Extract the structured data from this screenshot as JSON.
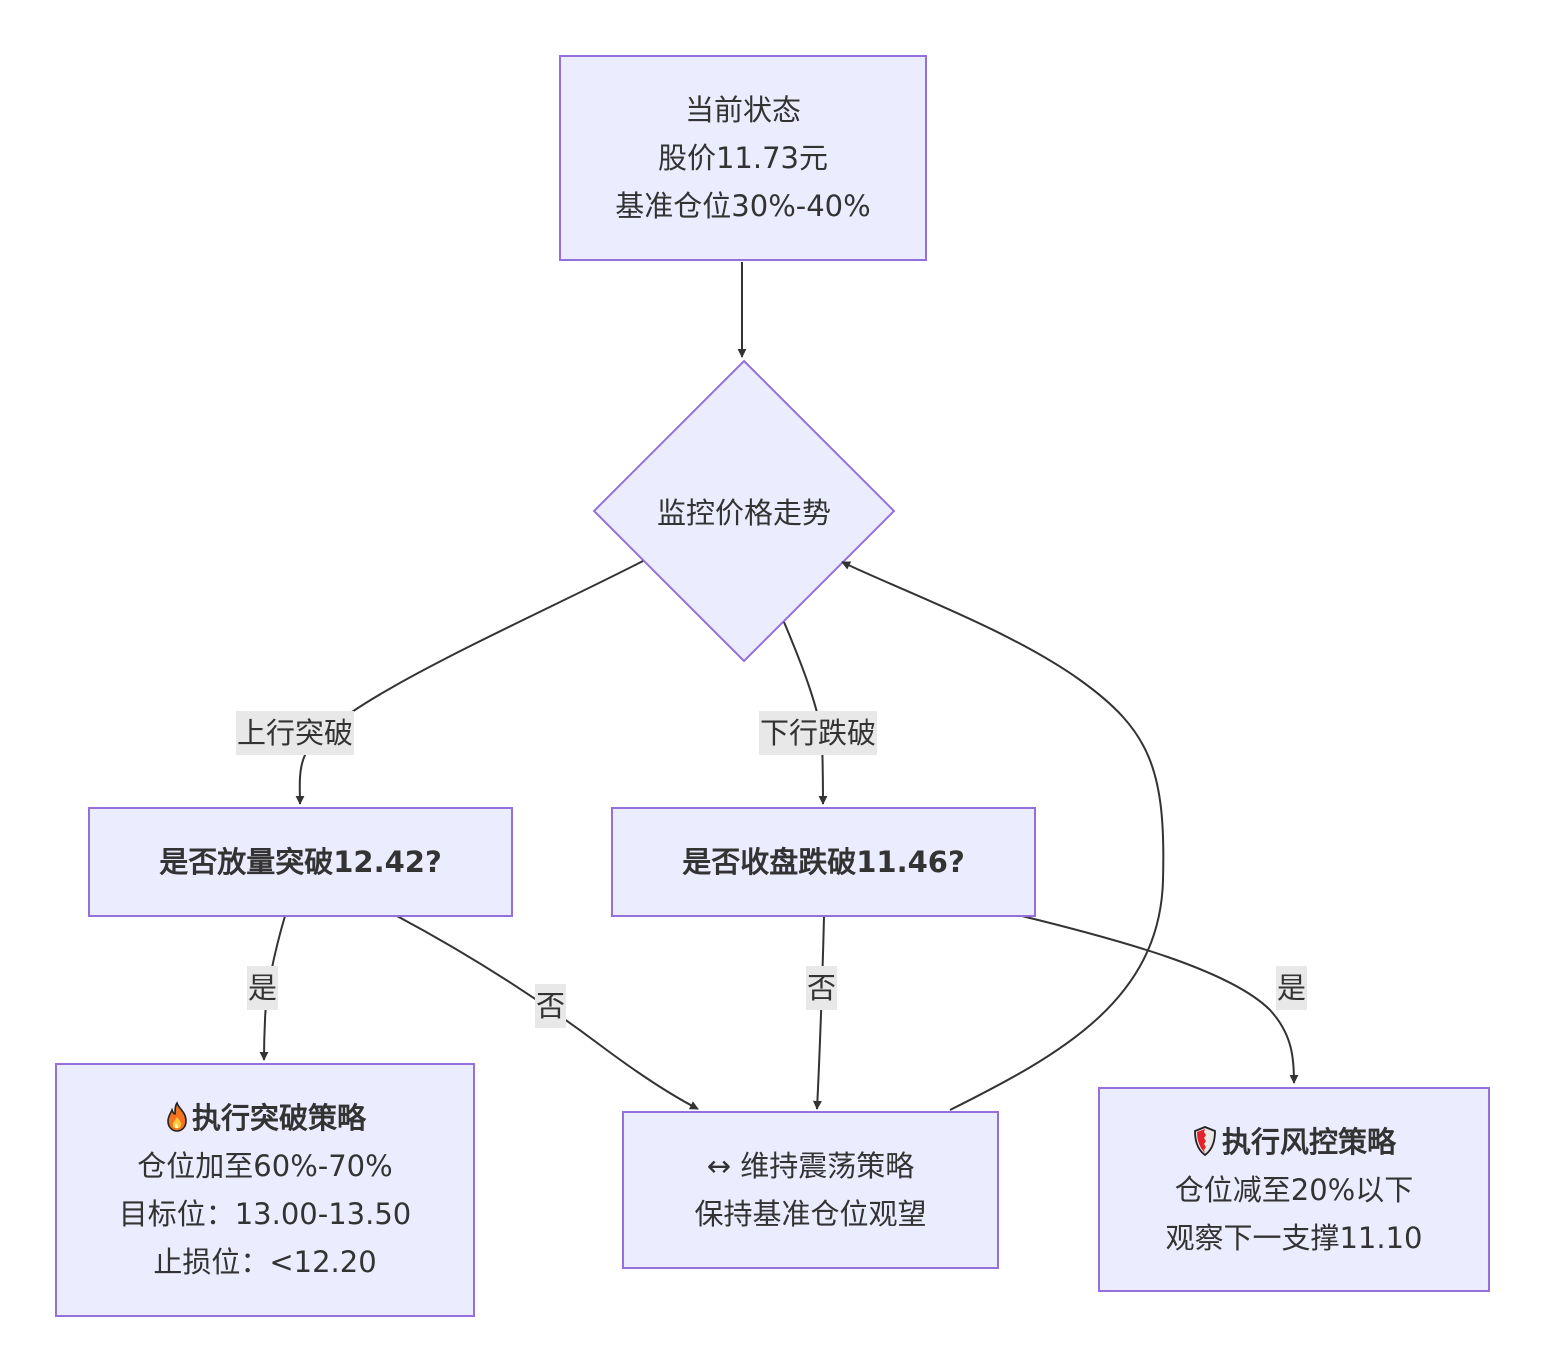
{
  "diagram": {
    "type": "flowchart",
    "colors": {
      "node_fill": "#ECECFF",
      "node_border": "#9370DB",
      "edge": "#333333",
      "label_bg": "#E8E8E8",
      "text": "#333333"
    },
    "nodes": {
      "current_state": {
        "lines": [
          "当前状态",
          "股价11.73元",
          "基准仓位30%-40%"
        ]
      },
      "monitor": {
        "label": "监控价格走势",
        "shape": "diamond"
      },
      "breakout_check": {
        "label": "是否放量突破12.42?"
      },
      "breakdown_check": {
        "label": "是否收盘跌破11.46?"
      },
      "breakout_strategy": {
        "icon": "fire-icon",
        "title": "执行突破策略",
        "lines": [
          "仓位加至60%-70%",
          "目标位：13.00-13.50",
          "止损位：<12.20"
        ]
      },
      "range_strategy": {
        "lines": [
          "↔ 维持震荡策略",
          "保持基准仓位观望"
        ]
      },
      "risk_strategy": {
        "icon": "shield-icon",
        "title": "执行风控策略",
        "lines": [
          "仓位减至20%以下",
          "观察下一支撑11.10"
        ]
      }
    },
    "edges": [
      {
        "from": "current_state",
        "to": "monitor",
        "label": ""
      },
      {
        "from": "monitor",
        "to": "breakout_check",
        "label": "上行突破"
      },
      {
        "from": "monitor",
        "to": "breakdown_check",
        "label": "下行跌破"
      },
      {
        "from": "breakout_check",
        "to": "breakout_strategy",
        "label": "是"
      },
      {
        "from": "breakout_check",
        "to": "range_strategy",
        "label": "否"
      },
      {
        "from": "breakdown_check",
        "to": "range_strategy",
        "label": "否"
      },
      {
        "from": "breakdown_check",
        "to": "risk_strategy",
        "label": "是"
      },
      {
        "from": "range_strategy",
        "to": "monitor",
        "label": ""
      }
    ]
  }
}
